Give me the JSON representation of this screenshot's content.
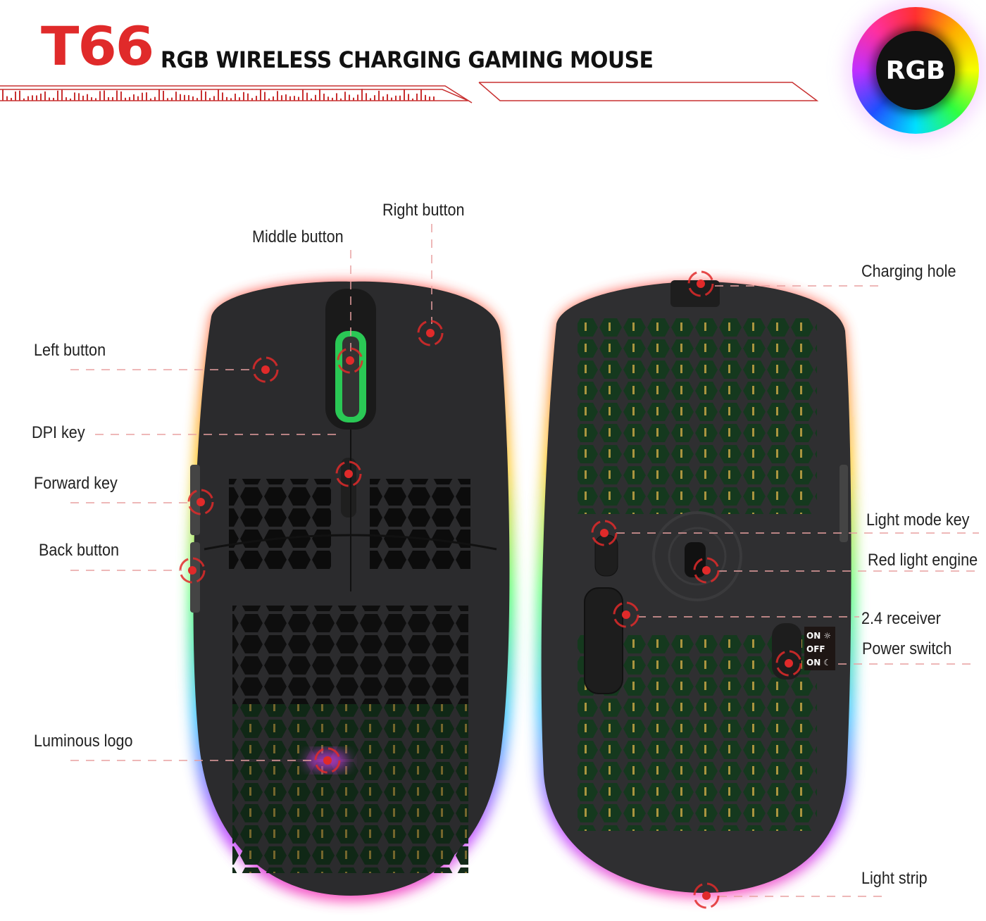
{
  "header": {
    "model": "T66",
    "title": "RGB WIRELESS CHARGING GAMING MOUSE",
    "rgb_badge": "RGB"
  },
  "colors": {
    "accent": "#e02a2a",
    "mouse_body": "#2a2a2c",
    "text": "#222222"
  },
  "callouts_top_view": [
    {
      "label": "Right button"
    },
    {
      "label": "Middle button"
    },
    {
      "label": "Left  button"
    },
    {
      "label": "DPI key"
    },
    {
      "label": "Forward key"
    },
    {
      "label": "Back button"
    },
    {
      "label": "Luminous logo"
    }
  ],
  "callouts_bottom_view": [
    {
      "label": "Charging hole"
    },
    {
      "label": "Light mode key"
    },
    {
      "label": "Red light engine"
    },
    {
      "label": "2.4 receiver"
    },
    {
      "label": "Power switch"
    },
    {
      "label": "Light strip"
    }
  ],
  "power_switch_modes": [
    "ON ☼",
    "OFF",
    "ON ☾"
  ]
}
